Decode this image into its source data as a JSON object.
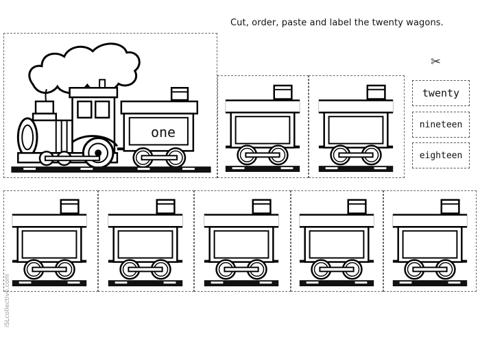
{
  "header": {
    "instructions": "Cut, order, paste and label the twenty wagons."
  },
  "train": {
    "first_wagon_label": "one"
  },
  "labels": [
    "twenty",
    "nineteen",
    "eighteen"
  ],
  "watermark": "iSLcollective.com",
  "icons": {
    "cut": "scissors-icon"
  }
}
